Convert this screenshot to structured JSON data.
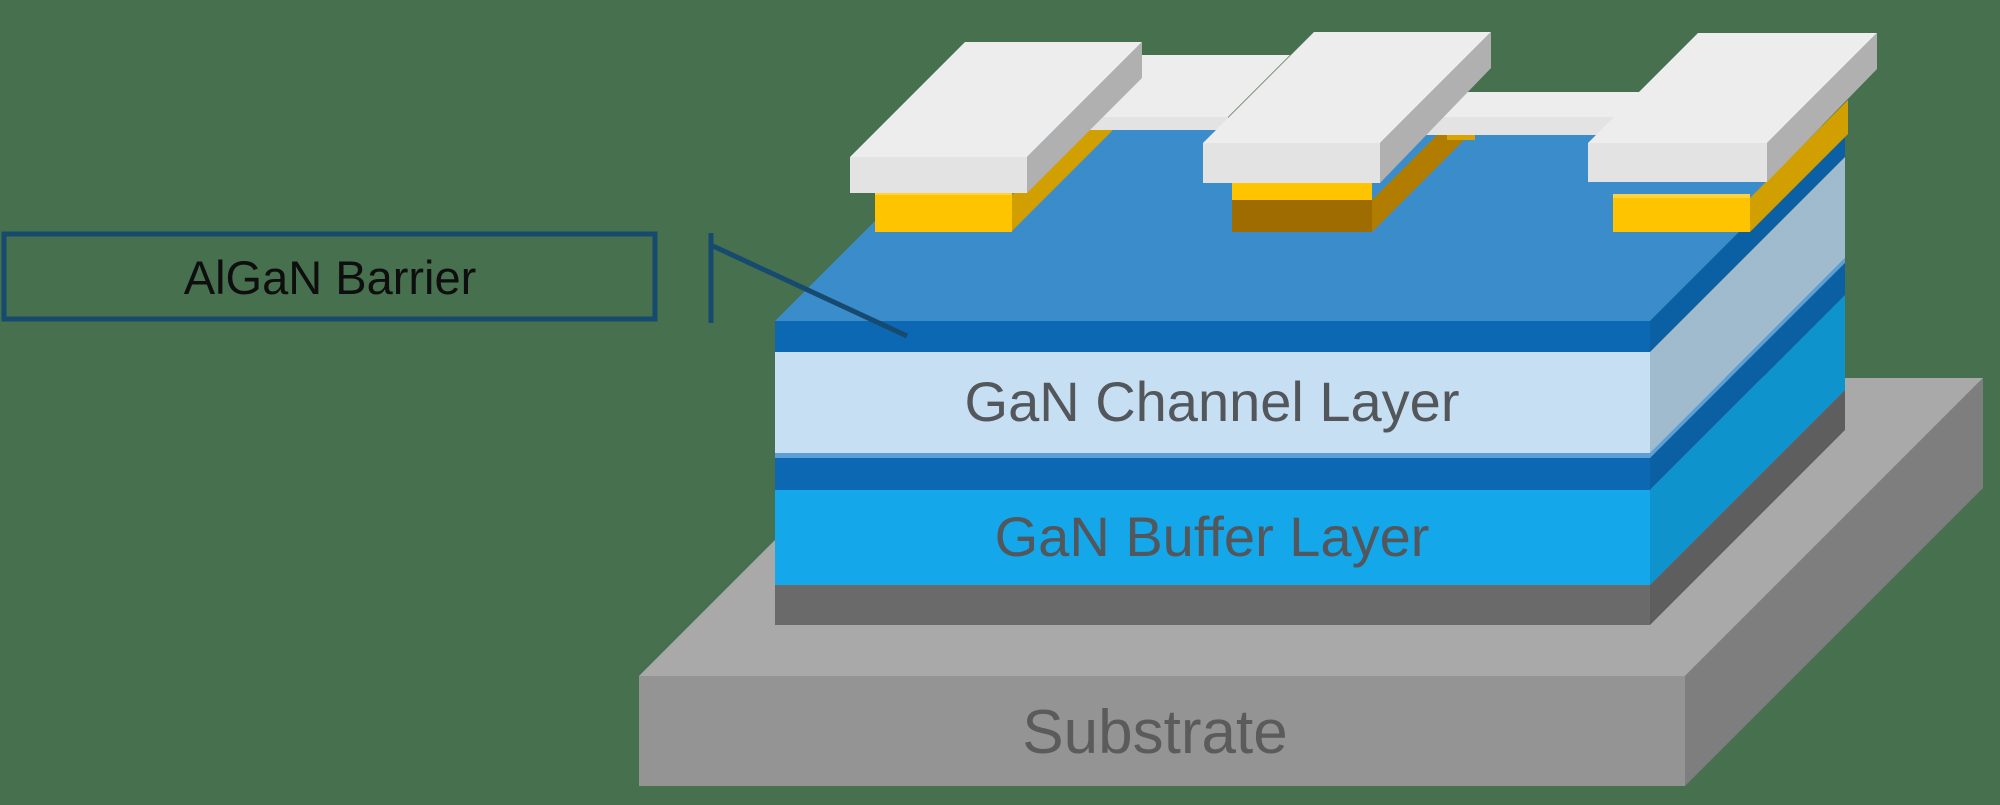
{
  "callout": {
    "label": "AlGaN Barrier"
  },
  "layers": {
    "channel": "GaN Channel Layer",
    "buffer": "GaN Buffer Layer",
    "substrate": "Substrate"
  },
  "colors": {
    "background": "#47704F",
    "callout_line": "#164A6E",
    "callout_text": "#0E0E0E",
    "layer_text": "#53575B",
    "substrate_text": "#5B5B5B",
    "barrier_top": "#3A8CCB",
    "barrier_front": "#0C68B2",
    "barrier_side": "#0B5FA3",
    "channel_front": "#C6DFF2",
    "channel_side": "#A0BACE",
    "channel_edge": "#5B9FD6",
    "interlayer_front": "#0C68B2",
    "interlayer_side": "#0B5FA3",
    "buffer_front": "#14A7E9",
    "buffer_side": "#0E93CC",
    "base_front": "#6A6A6A",
    "base_side": "#5E5E5E",
    "substrate_top": "#A9A9A9",
    "substrate_front": "#949494",
    "substrate_side": "#7E7E7E",
    "electrode_top": "#EDEDED",
    "electrode_front": "#E3E3E3",
    "electrode_side": "#B0B0B0",
    "gold_top": "#FFD23E",
    "gold_front": "#FFC400",
    "gold_side": "#D29F00",
    "gate_gold_top": "#FFC400",
    "gate_gold_front": "#9E6C00",
    "gate_gold_side": "#B07D00",
    "gold_sliver": "#D9A300"
  }
}
